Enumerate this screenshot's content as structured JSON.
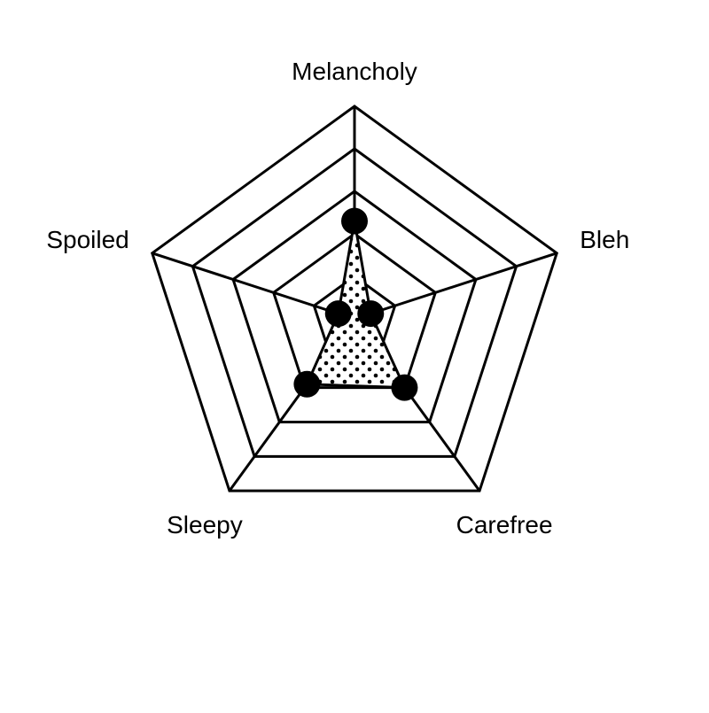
{
  "chart_data": {
    "type": "radar",
    "axes": [
      "Melancholy",
      "Bleh",
      "Carefree",
      "Sleepy",
      "Spoiled"
    ],
    "rmax": 5,
    "levels": [
      1,
      2,
      3,
      4,
      5
    ],
    "grid": true,
    "series": [
      {
        "values": [
          2.3,
          0.4,
          2.0,
          1.9,
          0.4
        ],
        "fill": "dotted",
        "line_color": "#000000",
        "marker_color": "#000000"
      }
    ]
  }
}
